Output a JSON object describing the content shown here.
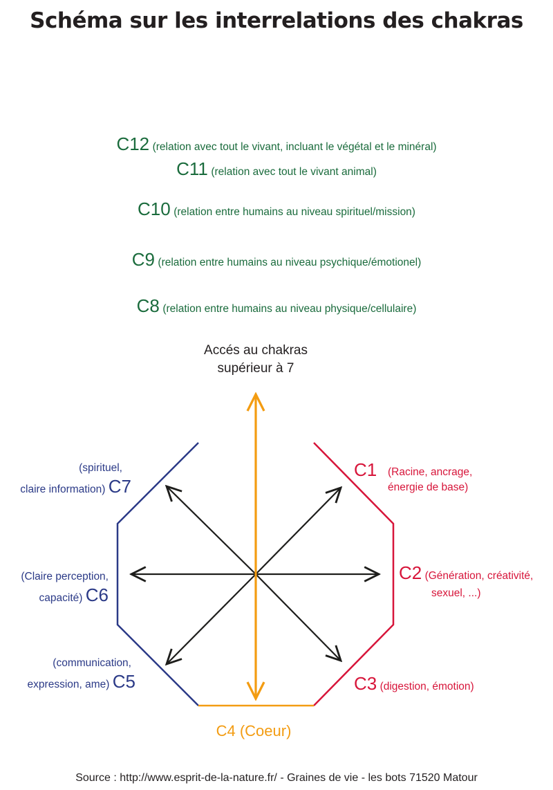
{
  "title": "Schéma sur les interrelations des chakras",
  "higher_chakras": [
    {
      "code": "C12",
      "desc": "(relation avec tout le vivant, incluant le végétal et le minéral)"
    },
    {
      "code": "C11",
      "desc": "(relation avec tout le vivant animal)"
    },
    {
      "code": "C10",
      "desc": "(relation entre humains au niveau spirituel/mission)"
    },
    {
      "code": "C9",
      "desc": "(relation entre humains au niveau psychique/émotionel)"
    },
    {
      "code": "C8",
      "desc": "(relation entre humains au niveau physique/cellulaire)"
    }
  ],
  "access": {
    "line1": "Accés au chakras",
    "line2": "supérieur à 7"
  },
  "chakras": {
    "c1": {
      "code": "C1",
      "line1": "(Racine, ancrage,",
      "line2": "énergie de base)"
    },
    "c2": {
      "code": "C2",
      "line1": "(Génération, créativité,",
      "line2": "sexuel, ...)"
    },
    "c3": {
      "code": "C3",
      "desc": "(digestion, émotion)"
    },
    "c4": {
      "code": "C4",
      "desc": "(Coeur)"
    },
    "c5": {
      "code": "C5",
      "line1": "(communication,",
      "line2": "expression, ame)"
    },
    "c6": {
      "code": "C6",
      "line1": "(Claire perception,",
      "line2": "capacité)"
    },
    "c7": {
      "code": "C7",
      "line1": "(spirituel,",
      "line2": "claire information)"
    }
  },
  "colors": {
    "title": "#231f20",
    "higher_chakras": "#1a6b3c",
    "left_side": "#2b3a87",
    "right_side": "#d7153a",
    "heart": "#f39c12",
    "arrows": "#1d1d1b"
  },
  "source": "Source : http://www.esprit-de-la-nature.fr/ - Graines de vie - les bots 71520 Matour"
}
